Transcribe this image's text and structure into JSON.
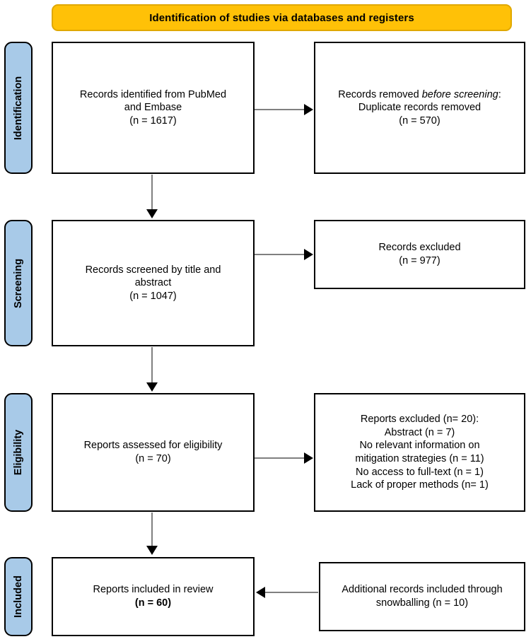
{
  "banner": {
    "title": "Identification of studies via databases and registers",
    "bg_color": "#FFC107"
  },
  "stages": [
    {
      "label": "Identification",
      "color": "#A8CAE8"
    },
    {
      "label": "Screening",
      "color": "#A8CAE8"
    },
    {
      "label": "Eligibility",
      "color": "#A8CAE8"
    },
    {
      "label": "Included",
      "color": "#A8CAE8"
    }
  ],
  "boxes": {
    "identified": {
      "line1": "Records identified from PubMed",
      "line2": "and Embase",
      "line3": "(n = 1617)"
    },
    "removed": {
      "line1_prefix": "Records removed ",
      "line1_italic": "before screening",
      "line1_suffix": ":",
      "line2": "Duplicate records removed",
      "line3": "(n = 570)"
    },
    "screened": {
      "line1": "Records screened by title and",
      "line2": "abstract",
      "line3": "(n = 1047)"
    },
    "records_excluded": {
      "line1": "Records excluded",
      "line2": "(n = 977)"
    },
    "assessed": {
      "line1": "Reports assessed for eligibility",
      "line2": "(n = 70)"
    },
    "reports_excluded": {
      "line1": "Reports excluded (n= 20):",
      "line2": "Abstract (n = 7)",
      "line3": "No relevant information on",
      "line4": "mitigation strategies (n = 11)",
      "line5": "No access to full-text (n = 1)",
      "line6": "Lack of proper methods (n= 1)"
    },
    "included": {
      "line1": "Reports included in review",
      "line2_bold": "(n = 60)"
    },
    "snowballing": {
      "line1": "Additional records included through",
      "line2": "snowballing (n = 10)"
    }
  },
  "connectors": {
    "identified_to_removed": "arrow-right",
    "identified_to_screened": "arrow-down",
    "screened_to_excluded": "arrow-right",
    "screened_to_assessed": "arrow-down",
    "assessed_to_reports_excluded": "arrow-right",
    "assessed_to_included": "arrow-down",
    "snowballing_to_included": "arrow-left",
    "line_color": "#808080",
    "head_color": "#000000"
  }
}
